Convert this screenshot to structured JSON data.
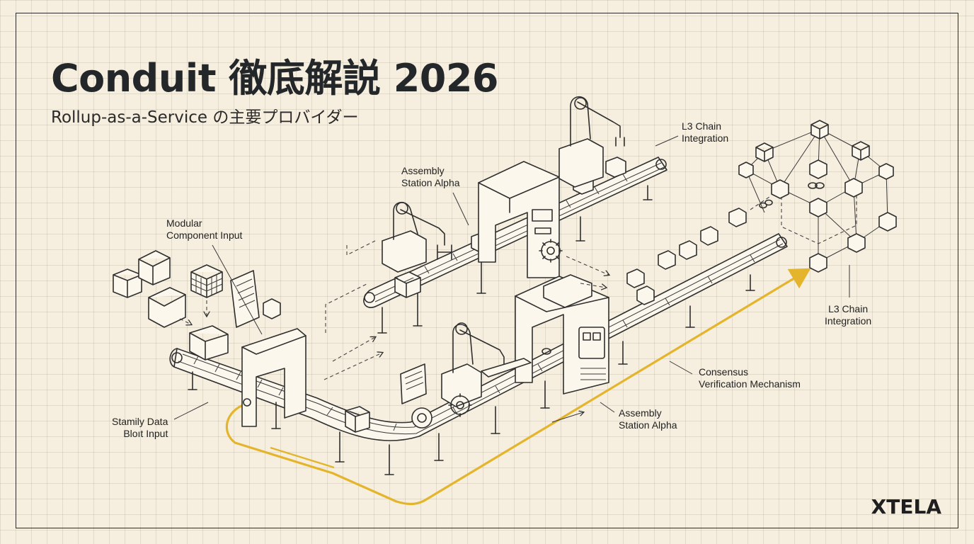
{
  "header": {
    "title": "Conduit 徹底解説 2026",
    "subtitle": "Rollup-as-a-Service の主要プロバイダー"
  },
  "labels": {
    "modular_input": [
      "Modular",
      "Component Input"
    ],
    "assembly_top": [
      "Assembly",
      "Station Alpha"
    ],
    "l3_top": [
      "L3 Chain",
      "Integration"
    ],
    "l3_right": [
      "L3 Chain",
      "Integration"
    ],
    "consensus": [
      "Consensus",
      "Verification Mechanism"
    ],
    "assembly_bottom": [
      "Assembly",
      "Station Alpha"
    ],
    "data_input": [
      "Stamily Data",
      "Bloıt Input"
    ]
  },
  "brand": "XTELA",
  "colors": {
    "accent_path": "#e4b52c",
    "ink": "#2f2f2f",
    "paper": "#f6efdf"
  },
  "icons": [
    "robot-arm-icon",
    "scanner-gate-icon",
    "gear-icon",
    "cube-icon",
    "document-icon",
    "chain-link-icon",
    "network-node-icon"
  ]
}
